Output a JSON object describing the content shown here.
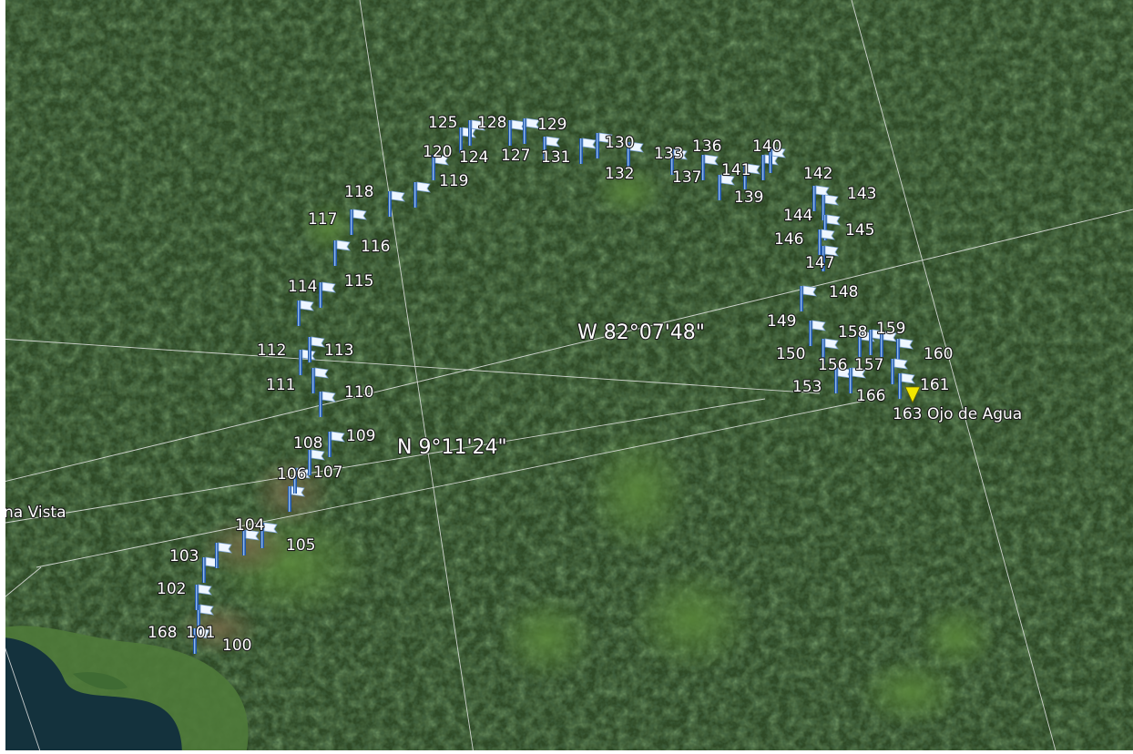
{
  "map": {
    "grid_labels": {
      "longitude": "W 82°07'48\"",
      "latitude": "N 9°11'24\""
    },
    "places": {
      "ojo": "Ojo de Agua",
      "vista": "na Vista"
    },
    "waypoints": [
      "100",
      "101",
      "102",
      "103",
      "104",
      "105",
      "106",
      "107",
      "108",
      "109",
      "110",
      "111",
      "112",
      "113",
      "114",
      "115",
      "116",
      "117",
      "118",
      "119",
      "120",
      "124",
      "125",
      "127",
      "128",
      "129",
      "130",
      "131",
      "132",
      "133",
      "136",
      "137",
      "139",
      "140",
      "141",
      "142",
      "143",
      "144",
      "145",
      "146",
      "147",
      "148",
      "149",
      "150",
      "153",
      "156",
      "157",
      "158",
      "159",
      "160",
      "161",
      "163",
      "166",
      "168"
    ],
    "colors": {
      "forest": "#2f4a26",
      "lake": "#14323d",
      "marker_pole": "#1f56a8",
      "highlight_marker": "#f2e600",
      "label_text": "#ffffff"
    }
  }
}
